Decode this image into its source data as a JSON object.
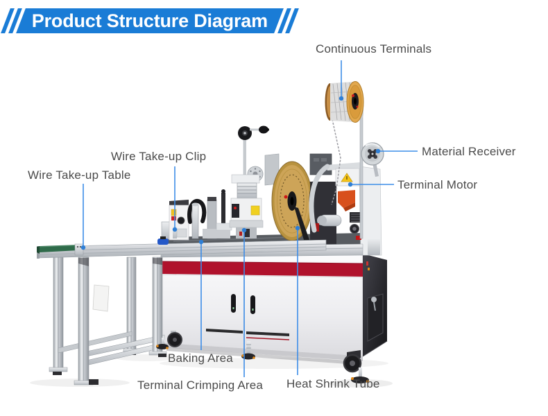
{
  "header": {
    "title": "Product Structure Diagram"
  },
  "callouts": {
    "continuous_terminals": {
      "label": "Continuous Terminals"
    },
    "material_receiver": {
      "label": "Material Receiver"
    },
    "terminal_motor": {
      "label": "Terminal Motor"
    },
    "wire_takeup_clip": {
      "label": "Wire Take-up Clip"
    },
    "wire_takeup_table": {
      "label": "Wire Take-up Table"
    },
    "baking_area": {
      "label": "Baking Area"
    },
    "terminal_crimping_area": {
      "label": "Terminal Crimping Area"
    },
    "heat_shrink_tube": {
      "label": "Heat Shrink Tube"
    }
  },
  "colors": {
    "banner_blue": "#1a7cd6",
    "leader_blue": "#3d8de8",
    "label_text": "#4a4a4a",
    "stripe_red": "#b0122c",
    "reel_tan": "#c79e52",
    "spool_orange": "#e2a84e",
    "belt_green": "#2f6b4a",
    "cabinet_white": "#f4f4f6",
    "side_panel_dark": "#2b2b2f",
    "accent_orange": "#d8501c",
    "warning_yellow": "#f5c518"
  }
}
